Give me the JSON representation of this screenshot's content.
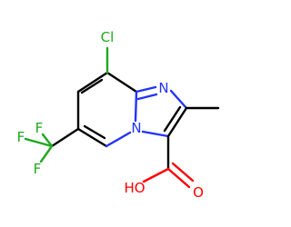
{
  "colors": {
    "carbon": "#000000",
    "nitrogen": "#2233ff",
    "chlorine": "#1fa81f",
    "fluorine": "#1fa81f",
    "oxygen": "#ff0000",
    "background": "#ffffff"
  },
  "atoms": {
    "cl": "Cl",
    "n_imidazole": "N",
    "n_bridge": "N",
    "f1": "F",
    "f2": "F",
    "f3": "F",
    "oh": "HO",
    "o": "O"
  }
}
